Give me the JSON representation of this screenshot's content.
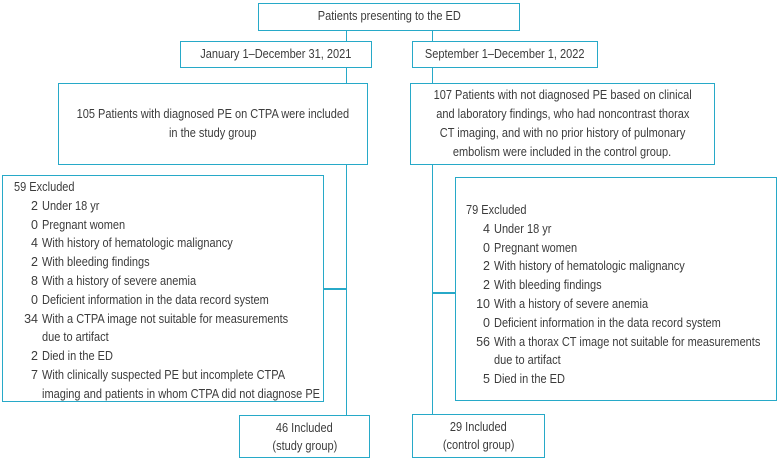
{
  "colors": {
    "accent": "#27a9c8",
    "text": "#3c3c3c"
  },
  "diagram": {
    "top_box": "Patients presenting to the ED",
    "study_arm": {
      "period": "January 1–December 31, 2021",
      "description_lines": [
        "105 Patients with diagnosed PE on CTPA were included",
        "in the study group"
      ],
      "excluded": {
        "header": "59 Excluded",
        "rows": [
          {
            "num": "2",
            "text": "Under 18 yr"
          },
          {
            "num": "0",
            "text": "Pregnant women"
          },
          {
            "num": "4",
            "text": "With history of hematologic malignancy"
          },
          {
            "num": "2",
            "text": "With bleeding findings"
          },
          {
            "num": "8",
            "text": "With a history of severe anemia"
          },
          {
            "num": "0",
            "text": "Deficient information in the data record system"
          },
          {
            "num": "34",
            "text": "With a CTPA image not suitable for measurements"
          },
          {
            "num": "",
            "text": "due to artifact"
          },
          {
            "num": "2",
            "text": "Died in the ED"
          },
          {
            "num": "7",
            "text": "With clinically suspected PE but incomplete CTPA"
          },
          {
            "num": "",
            "text": "imaging and patients in whom CTPA did not diagnose PE"
          }
        ]
      },
      "included_lines": [
        "46 Included",
        "(study group)"
      ]
    },
    "control_arm": {
      "period": "September 1–December 1, 2022",
      "description_lines": [
        "107 Patients with not diagnosed PE based on clinical",
        "and laboratory findings, who had noncontrast thorax",
        "CT imaging, and with no prior history of pulmonary",
        "embolism were included in the control group."
      ],
      "excluded": {
        "header": "79 Excluded",
        "rows": [
          {
            "num": "4",
            "text": "Under 18 yr"
          },
          {
            "num": "0",
            "text": "Pregnant women"
          },
          {
            "num": "2",
            "text": "With history of hematologic malignancy"
          },
          {
            "num": "2",
            "text": "With bleeding findings"
          },
          {
            "num": "10",
            "text": "With a history of severe anemia"
          },
          {
            "num": "0",
            "text": "Deficient information in the data record system"
          },
          {
            "num": "56",
            "text": "With a thorax CT image not suitable for measurements"
          },
          {
            "num": "",
            "text": "due to artifact"
          },
          {
            "num": "5",
            "text": "Died in the ED"
          }
        ]
      },
      "included_lines": [
        "29 Included",
        "(control group)"
      ]
    }
  }
}
